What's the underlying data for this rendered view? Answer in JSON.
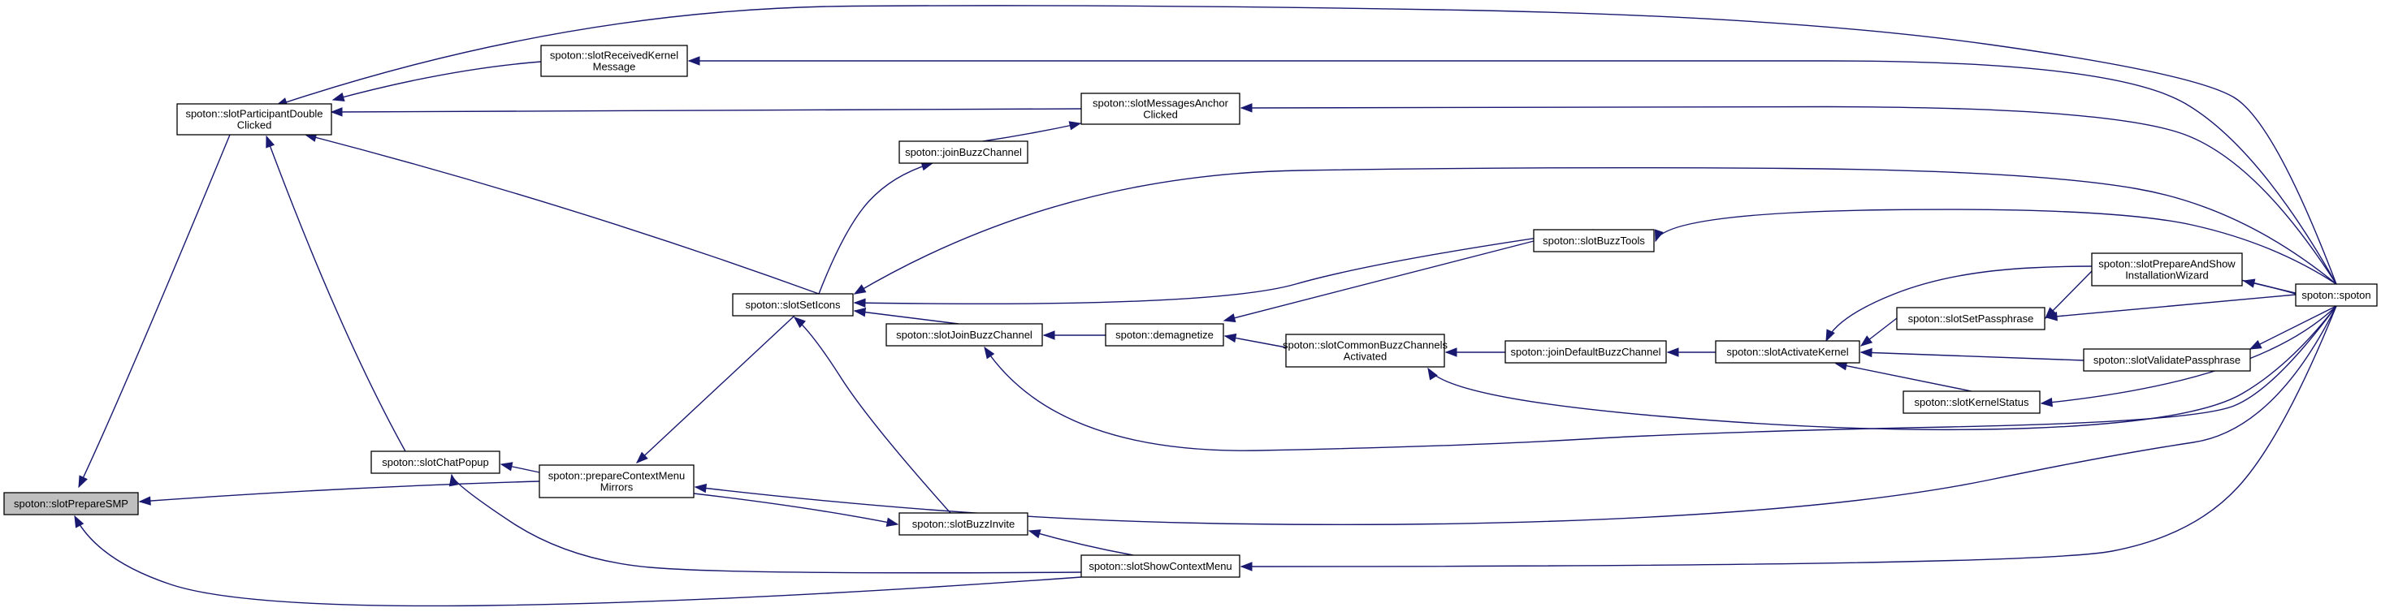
{
  "graph": {
    "type": "caller graph",
    "nodes": [
      {
        "id": "slotPrepareSMP",
        "lines": [
          "spoton::slotPrepareSMP"
        ],
        "root": true
      },
      {
        "id": "slotParticipantDoubleClicked",
        "lines": [
          "spoton::slotParticipantDouble",
          "Clicked"
        ]
      },
      {
        "id": "slotReceivedKernelMessage",
        "lines": [
          "spoton::slotReceivedKernel",
          "Message"
        ]
      },
      {
        "id": "slotMessagesAnchorClicked",
        "lines": [
          "spoton::slotMessagesAnchor",
          "Clicked"
        ]
      },
      {
        "id": "joinBuzzChannel",
        "lines": [
          "spoton::joinBuzzChannel"
        ]
      },
      {
        "id": "slotSetIcons",
        "lines": [
          "spoton::slotSetIcons"
        ]
      },
      {
        "id": "slotBuzzTools",
        "lines": [
          "spoton::slotBuzzTools"
        ]
      },
      {
        "id": "slotPrepareAndShowInstallationWizard",
        "lines": [
          "spoton::slotPrepareAndShow",
          "InstallationWizard"
        ]
      },
      {
        "id": "spoton",
        "lines": [
          "spoton::spoton"
        ]
      },
      {
        "id": "slotSetPassphrase",
        "lines": [
          "spoton::slotSetPassphrase"
        ]
      },
      {
        "id": "slotJoinBuzzChannel",
        "lines": [
          "spoton::slotJoinBuzzChannel"
        ]
      },
      {
        "id": "demagnetize",
        "lines": [
          "spoton::demagnetize"
        ]
      },
      {
        "id": "slotCommonBuzzChannelsActivated",
        "lines": [
          "spoton::slotCommonBuzzChannels",
          "Activated"
        ]
      },
      {
        "id": "joinDefaultBuzzChannel",
        "lines": [
          "spoton::joinDefaultBuzzChannel"
        ]
      },
      {
        "id": "slotActivateKernel",
        "lines": [
          "spoton::slotActivateKernel"
        ]
      },
      {
        "id": "slotValidatePassphrase",
        "lines": [
          "spoton::slotValidatePassphrase"
        ]
      },
      {
        "id": "slotKernelStatus",
        "lines": [
          "spoton::slotKernelStatus"
        ]
      },
      {
        "id": "slotChatPopup",
        "lines": [
          "spoton::slotChatPopup"
        ]
      },
      {
        "id": "prepareContextMenuMirrors",
        "lines": [
          "spoton::prepareContextMenu",
          "Mirrors"
        ]
      },
      {
        "id": "slotBuzzInvite",
        "lines": [
          "spoton::slotBuzzInvite"
        ]
      },
      {
        "id": "slotShowContextMenu",
        "lines": [
          "spoton::slotShowContextMenu"
        ]
      }
    ],
    "edges": [
      {
        "from": "slotParticipantDoubleClicked",
        "to": "slotPrepareSMP"
      },
      {
        "from": "slotChatPopup",
        "to": "slotParticipantDoubleClicked"
      },
      {
        "from": "prepareContextMenuMirrors",
        "to": "slotPrepareSMP"
      },
      {
        "from": "slotShowContextMenu",
        "to": "slotPrepareSMP"
      },
      {
        "from": "slotReceivedKernelMessage",
        "to": "slotParticipantDoubleClicked"
      },
      {
        "from": "spoton",
        "to": "slotParticipantDoubleClicked"
      },
      {
        "from": "slotMessagesAnchorClicked",
        "to": "slotParticipantDoubleClicked"
      },
      {
        "from": "slotSetIcons",
        "to": "slotParticipantDoubleClicked"
      },
      {
        "from": "spoton",
        "to": "slotReceivedKernelMessage"
      },
      {
        "from": "spoton",
        "to": "slotMessagesAnchorClicked"
      },
      {
        "from": "joinBuzzChannel",
        "to": "slotMessagesAnchorClicked"
      },
      {
        "from": "slotSetIcons",
        "to": "joinBuzzChannel"
      },
      {
        "from": "spoton",
        "to": "slotSetIcons"
      },
      {
        "from": "slotBuzzTools",
        "to": "slotSetIcons"
      },
      {
        "from": "slotJoinBuzzChannel",
        "to": "slotSetIcons"
      },
      {
        "from": "slotBuzzInvite",
        "to": "slotSetIcons"
      },
      {
        "from": "slotSetIcons",
        "to": "prepareContextMenuMirrors"
      },
      {
        "from": "spoton",
        "to": "slotBuzzTools"
      },
      {
        "from": "slotBuzzTools",
        "to": "demagnetize"
      },
      {
        "from": "demagnetize",
        "to": "slotJoinBuzzChannel"
      },
      {
        "from": "spoton",
        "to": "slotJoinBuzzChannel"
      },
      {
        "from": "slotCommonBuzzChannelsActivated",
        "to": "demagnetize"
      },
      {
        "from": "joinDefaultBuzzChannel",
        "to": "slotCommonBuzzChannelsActivated"
      },
      {
        "from": "spoton",
        "to": "slotCommonBuzzChannelsActivated"
      },
      {
        "from": "slotActivateKernel",
        "to": "joinDefaultBuzzChannel"
      },
      {
        "from": "spoton",
        "to": "slotActivateKernel"
      },
      {
        "from": "slotSetPassphrase",
        "to": "slotActivateKernel"
      },
      {
        "from": "slotValidatePassphrase",
        "to": "slotActivateKernel"
      },
      {
        "from": "slotKernelStatus",
        "to": "slotActivateKernel"
      },
      {
        "from": "slotPrepareAndShowInstallationWizard",
        "to": "slotSetPassphrase"
      },
      {
        "from": "spoton",
        "to": "slotSetPassphrase"
      },
      {
        "from": "spoton",
        "to": "slotPrepareAndShowInstallationWizard"
      },
      {
        "from": "spoton",
        "to": "slotValidatePassphrase"
      },
      {
        "from": "spoton",
        "to": "slotKernelStatus"
      },
      {
        "from": "prepareContextMenuMirrors",
        "to": "slotChatPopup"
      },
      {
        "from": "slotShowContextMenu",
        "to": "slotChatPopup"
      },
      {
        "from": "spoton",
        "to": "prepareContextMenuMirrors"
      },
      {
        "from": "prepareContextMenuMirrors",
        "to": "slotBuzzInvite"
      },
      {
        "from": "slotShowContextMenu",
        "to": "slotBuzzInvite"
      },
      {
        "from": "spoton",
        "to": "slotShowContextMenu"
      }
    ]
  }
}
